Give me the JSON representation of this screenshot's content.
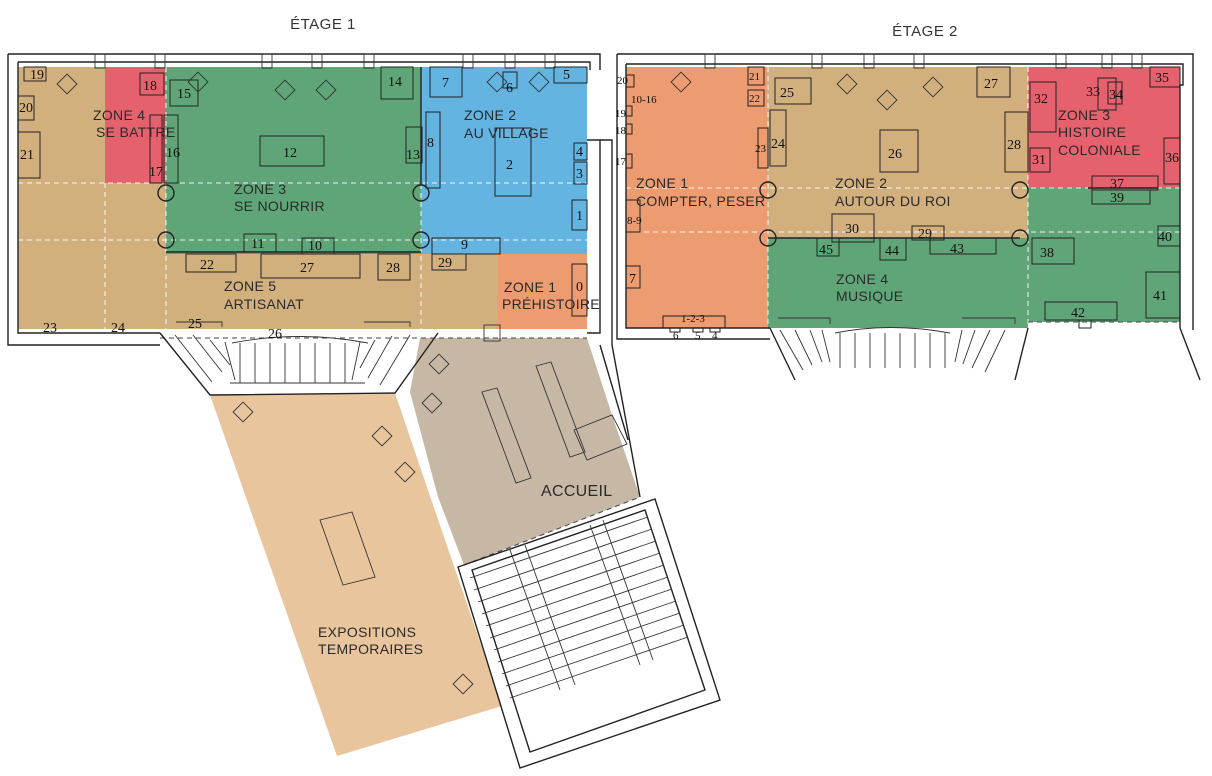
{
  "floors": {
    "etage1": {
      "title": "ÉTAGE 1"
    },
    "etage2": {
      "title": "ÉTAGE 2"
    }
  },
  "zones": {
    "e1_zone4": {
      "line1": "ZONE 4",
      "line2": "SE BATTRE",
      "color": "#e6616e"
    },
    "e1_zone3": {
      "line1": "ZONE 3",
      "line2": "SE NOURRIR",
      "color": "#5fa577"
    },
    "e1_zone2": {
      "line1": "ZONE 2",
      "line2": "AU VILLAGE",
      "color": "#63b4e0"
    },
    "e1_zone5": {
      "line1": "ZONE 5",
      "line2": "ARTISANAT",
      "color": "#d2b07d"
    },
    "e1_zone1": {
      "line1": "ZONE 1",
      "line2": "PRÉHISTOIRE",
      "color": "#ec9c70"
    },
    "accueil": {
      "line1": "ACCUEIL",
      "color": "#c7b8a6"
    },
    "expositions": {
      "line1": "EXPOSITIONS",
      "line2": "TEMPORAIRES",
      "color": "#e8c59c"
    },
    "e2_zone1": {
      "line1": "ZONE 1",
      "line2": "COMPTER, PESER",
      "color": "#ec9c70"
    },
    "e2_zone2": {
      "line1": "ZONE 2",
      "line2": "AUTOUR DU ROI",
      "color": "#d2b07d"
    },
    "e2_zone3": {
      "line1": "ZONE 3",
      "line2": "HISTOIRE",
      "line3": "COLONIALE",
      "color": "#e6616e"
    },
    "e2_zone4": {
      "line1": "ZONE 4",
      "line2": "MUSIQUE",
      "color": "#5fa577"
    }
  },
  "items": {
    "n0": "0",
    "n1": "1",
    "n2": "2",
    "n3": "3",
    "n4": "4",
    "n5": "5",
    "n6": "6",
    "n7": "7",
    "n8": "8",
    "n9": "9",
    "n10": "10",
    "n11": "11",
    "n12": "12",
    "n13": "13",
    "n14": "14",
    "n15": "15",
    "n16": "16",
    "n17": "17",
    "n18": "18",
    "n19": "19",
    "n20": "20",
    "n21": "21",
    "n22": "22",
    "n23": "23",
    "n24": "24",
    "n25": "25",
    "n26": "26",
    "n27": "27",
    "n28": "28",
    "n29": "29",
    "n30": "30",
    "n31": "31",
    "n32": "32",
    "n33": "33",
    "n34": "34",
    "n35": "35",
    "n36": "36",
    "n37": "37",
    "n38": "38",
    "n39": "39",
    "n40": "40",
    "n41": "41",
    "n42": "42",
    "n43": "43",
    "n44": "44",
    "n45": "45",
    "n8_9": "8-9",
    "n10_16": "10-16",
    "n1_2_3": "1-2-3"
  }
}
